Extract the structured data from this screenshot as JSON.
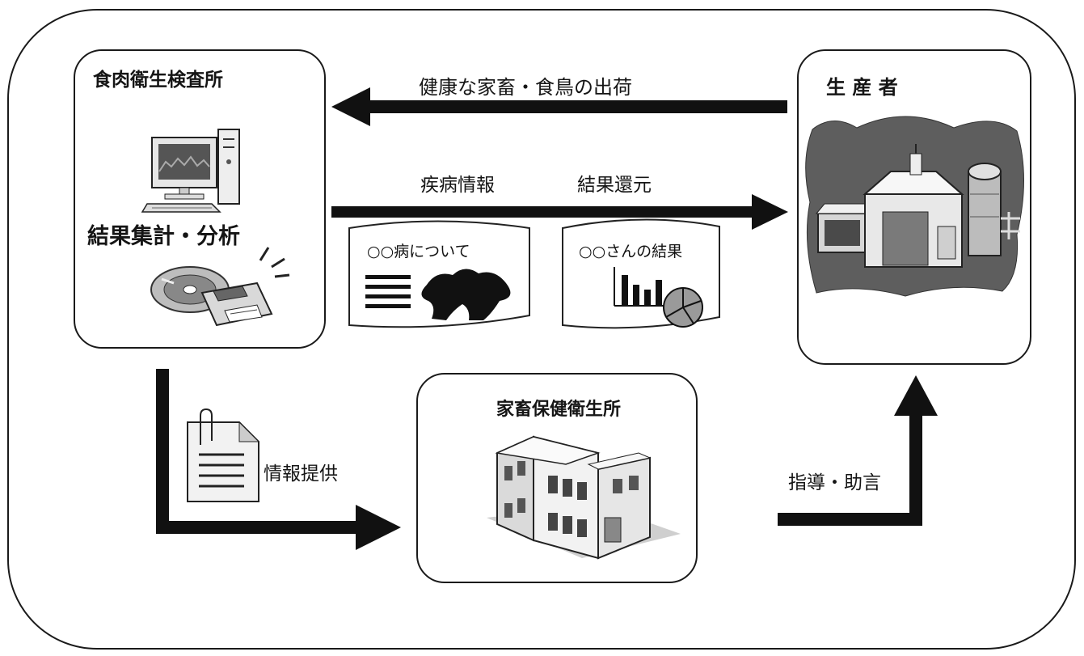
{
  "diagram": {
    "inspection_station": {
      "title": "食肉衛生検査所",
      "caption": "結果集計・分析"
    },
    "producer": {
      "title": "生 産 者"
    },
    "livestock_hygiene_office": {
      "title": "家畜保健衛生所"
    },
    "flows": {
      "shipment": "健康な家畜・食鳥の出荷",
      "disease_info": "疾病情報",
      "result_return": "結果還元",
      "info_provision": "情報提供",
      "guidance": "指導・助言"
    },
    "documents": {
      "disease_doc_title": "○○病について",
      "result_doc_title": "○○さんの結果"
    }
  }
}
